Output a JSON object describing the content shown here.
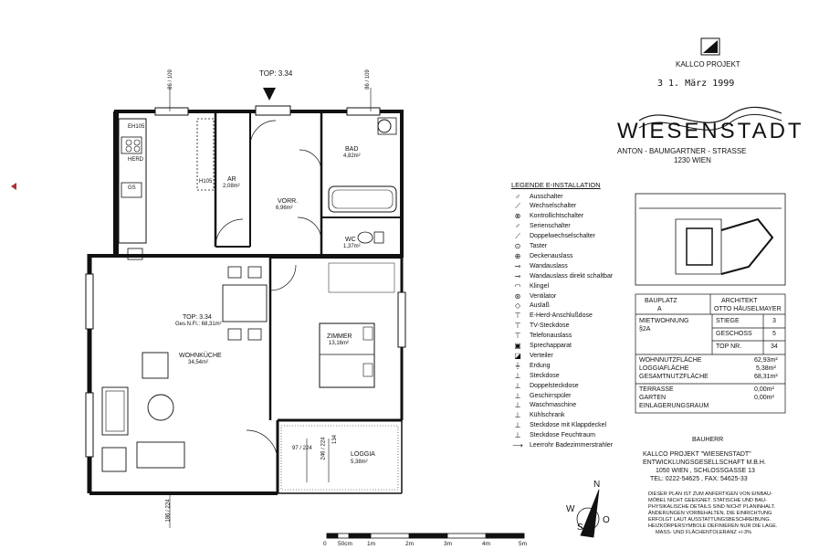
{
  "plan": {
    "top_label": "TOP: 3.34",
    "dim_top_left": "86 / 109",
    "dim_top_right": "86 / 109",
    "dim_bottom_left": "186 / 224",
    "dim_loggia": [
      "97 / 224",
      "246 / 224",
      "134"
    ],
    "rooms": [
      {
        "name": "AR",
        "area": "2,08m²"
      },
      {
        "name": "VORR.",
        "area": "6,96m²"
      },
      {
        "name": "BAD",
        "area": "4,82m²"
      },
      {
        "name": "WC",
        "area": "1,37m²"
      },
      {
        "name": "ZIMMER",
        "area": "13,16m²"
      },
      {
        "name": "WOHNKÜCHE",
        "area": "34,54m²"
      },
      {
        "name": "LOGGIA",
        "area": "5,38m²"
      }
    ],
    "unit_box": [
      "TOP: 3.34",
      "Ges.N.Fl.: 68,31m²"
    ],
    "kitchen_labels": [
      "EH105",
      "HERD",
      "GS",
      "H105"
    ],
    "scale": {
      "ticks": [
        "0",
        "50cm",
        "1m",
        "2m",
        "3m",
        "4m",
        "5m"
      ]
    }
  },
  "header": {
    "logo_caption": "KALLCO PROJEKT",
    "stamp_date": "3 1. März 1999",
    "project_title": "WIESENSTADT",
    "address_1": "ANTON - BAUMGARTNER - STRASSE",
    "address_2": "1230 WIEN"
  },
  "legend": {
    "title": "LEGENDE E-INSTALLATION",
    "items": [
      {
        "icon": "switch-icon",
        "glyph": "♂",
        "label": "Ausschalter"
      },
      {
        "icon": "two-way-switch-icon",
        "glyph": "⟋",
        "label": "Wechselschalter"
      },
      {
        "icon": "indicator-switch-icon",
        "glyph": "⊗",
        "label": "Kontrollichtschalter"
      },
      {
        "icon": "series-switch-icon",
        "glyph": "♂",
        "label": "Serienschalter"
      },
      {
        "icon": "double-two-way-switch-icon",
        "glyph": "⟋",
        "label": "Doppelwechselschalter"
      },
      {
        "icon": "push-button-icon",
        "glyph": "⊙",
        "label": "Taster"
      },
      {
        "icon": "ceiling-outlet-icon",
        "glyph": "⊕",
        "label": "Deckenauslass"
      },
      {
        "icon": "wall-outlet-icon",
        "glyph": "⊸",
        "label": "Wandauslass"
      },
      {
        "icon": "wall-outlet-switched-icon",
        "glyph": "⊸",
        "label": "Wandauslass direkt schaltbar"
      },
      {
        "icon": "bell-icon",
        "glyph": "◠",
        "label": "Klingel"
      },
      {
        "icon": "fan-icon",
        "glyph": "⊛",
        "label": "Ventilator"
      },
      {
        "icon": "outlet-icon",
        "glyph": "◇",
        "label": "Auslaß"
      },
      {
        "icon": "stove-socket-icon",
        "glyph": "⊤",
        "label": "E-Herd-Anschlußdose"
      },
      {
        "icon": "tv-socket-icon",
        "glyph": "⊤",
        "label": "TV-Steckdose"
      },
      {
        "icon": "phone-outlet-icon",
        "glyph": "⊤",
        "label": "Telefonauslass"
      },
      {
        "icon": "intercom-icon",
        "glyph": "▣",
        "label": "Sprechapparat"
      },
      {
        "icon": "distribution-box-icon",
        "glyph": "◪",
        "label": "Verteiler"
      },
      {
        "icon": "grounding-icon",
        "glyph": "⏚",
        "label": "Erdung"
      },
      {
        "icon": "socket-icon",
        "glyph": "⊥",
        "label": "Steckdose"
      },
      {
        "icon": "double-socket-icon",
        "glyph": "⊥",
        "label": "Doppelsteckdose"
      },
      {
        "icon": "dishwasher-icon",
        "glyph": "⊥",
        "label": "Geschirrspüler"
      },
      {
        "icon": "washing-machine-icon",
        "glyph": "⊥",
        "label": "Waschmaschine"
      },
      {
        "icon": "fridge-icon",
        "glyph": "⊥",
        "label": "Kühlschrank"
      },
      {
        "icon": "socket-flap-icon",
        "glyph": "⊥",
        "label": "Steckdose mit Klappdeckel"
      },
      {
        "icon": "socket-wet-room-icon",
        "glyph": "⊥",
        "label": "Steckdose Feuchtraum"
      },
      {
        "icon": "empty-conduit-icon",
        "glyph": "⟶",
        "label": "Leerrohr Badezimmerstrahler"
      }
    ]
  },
  "info": {
    "bauplatz_label": "BAUPLATZ",
    "bauplatz_value": "A",
    "architekt_label": "ARCHITEKT",
    "architekt_value": "OTTO HÄUSELMAYER",
    "mietwohnung_label": "MIETWOHNUNG",
    "mietwohnung_value": "§2A",
    "stiege_label": "STIEGE",
    "stiege_value": "3",
    "geschoss_label": "GESCHOSS",
    "geschoss_value": "5",
    "top_nr_label": "TOP NR.",
    "top_nr_value": "34",
    "areas": [
      {
        "label": "WOHNNUTZFLÄCHE",
        "value": "62,93m²"
      },
      {
        "label": "LOGGIAFLÄCHE",
        "value": "5,38m²"
      },
      {
        "label": "GESAMTNUTZFLÄCHE",
        "value": "68,31m²"
      }
    ],
    "extras": [
      {
        "label": "TERRASSE",
        "value": "0,00m²"
      },
      {
        "label": "GARTEN",
        "value": "0,00m²"
      },
      {
        "label": "EINLAGERUNGSRAUM",
        "value": ""
      }
    ],
    "bauherr_label": "BAUHERR",
    "bauherr_lines": [
      "KALLCO PROJEKT \"WIESENSTADT\"",
      "ENTWICKLUNGSGESELLSCHAFT M.B.H.",
      "1050 WIEN , SCHLOSSGASSE 13",
      "TEL: 0222-54625 ,  FAX: 54625-33"
    ],
    "disclaimer": [
      "DIESER PLAN IST ZUM ANFERTIGEN VON EINBAU-",
      "MÖBEL NICHT GEEIGNET. STATISCHE UND BAU-",
      "PHYSIKALISCHE DETAILS SIND NICHT PLANINHALT.",
      "ÄNDERUNGEN VORBEHALTEN. DIE EINRICHTUNG",
      "ERFOLGT LAUT AUSSTATTUNGSBESCHREIBUNG.",
      "HEIZKÖRPERSYMBOLE DEFINIEREN NUR DIE LAGE.",
      "MASS- UND FLÄCHENTOLERANZ +/-3%"
    ]
  },
  "compass": {
    "n": "N",
    "w": "W",
    "s": "S",
    "o": "O"
  }
}
